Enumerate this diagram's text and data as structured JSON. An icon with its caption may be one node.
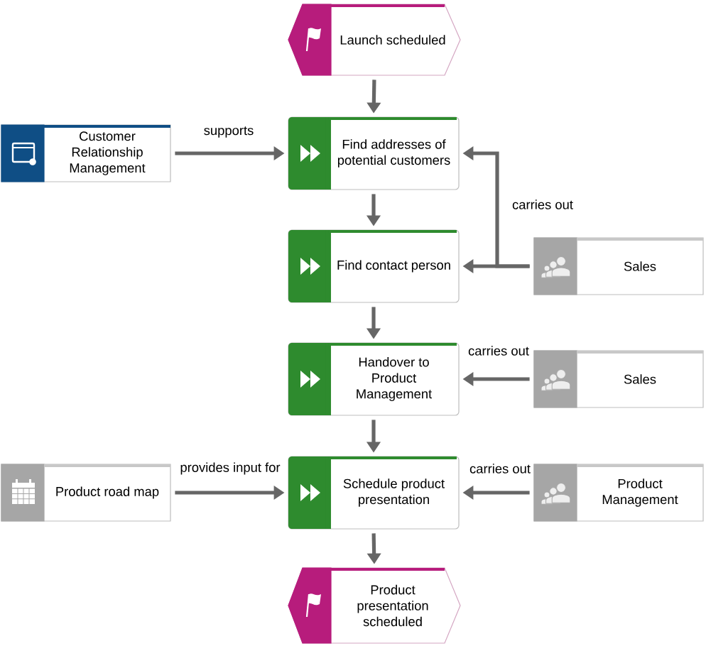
{
  "diagram": {
    "nodes": [
      {
        "text": [
          "Launch scheduled"
        ]
      },
      {
        "text": [
          "Customer Relationship Management"
        ]
      },
      {
        "text": [
          "Find addresses of potential customers"
        ]
      },
      {
        "text": [
          "Find contact person"
        ]
      },
      {
        "text": [
          "Sales"
        ]
      },
      {
        "text": [
          "Handover to Product Management"
        ]
      },
      {
        "text": [
          "Sales"
        ]
      },
      {
        "text": [
          "Product road map"
        ]
      },
      {
        "text": [
          "Schedule product presentation"
        ]
      },
      {
        "text": [
          "Product Management"
        ]
      },
      {
        "text": [
          "Product presentation scheduled"
        ]
      }
    ],
    "edges": [
      {
        "from": 0,
        "to": 2,
        "arrow": "to"
      },
      {
        "from": 1,
        "to": 2,
        "arrow": "to",
        "label": "supports"
      },
      {
        "from": 2,
        "to": 3,
        "arrow": "to"
      },
      {
        "from": 4,
        "to": 2,
        "arrow": "to",
        "label": "carries out"
      },
      {
        "from": 4,
        "to": 3,
        "arrow": "to"
      },
      {
        "from": 3,
        "to": 5,
        "arrow": "to"
      },
      {
        "from": 6,
        "to": 5,
        "arrow": "to",
        "label": "carries out"
      },
      {
        "from": 5,
        "to": 8,
        "arrow": "to"
      },
      {
        "from": 7,
        "to": 8,
        "arrow": "to",
        "label": "provides input for"
      },
      {
        "from": 9,
        "to": 8,
        "arrow": "to",
        "label": "carries out"
      },
      {
        "from": 8,
        "to": 10,
        "arrow": "to"
      }
    ]
  }
}
